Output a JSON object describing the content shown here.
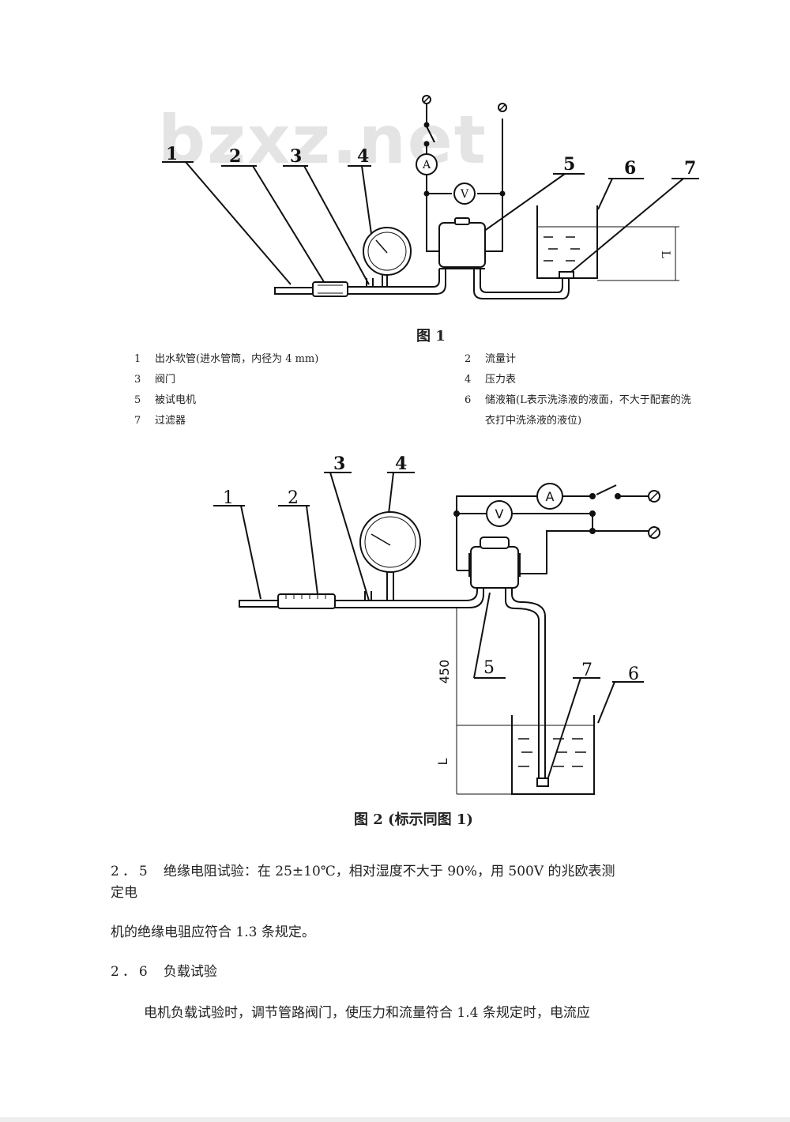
{
  "watermark": "bzxz.net",
  "figure1": {
    "caption": "图  1",
    "callouts": [
      "1",
      "2",
      "3",
      "4",
      "5",
      "6",
      "7"
    ],
    "ammeter": "A",
    "voltmeter": "V",
    "level_label": "L",
    "legend": [
      {
        "num": "1",
        "text": "出水软管(进水管筒，内径为 4 mm)"
      },
      {
        "num": "2",
        "text": "流量计"
      },
      {
        "num": "3",
        "text": "阀门"
      },
      {
        "num": "4",
        "text": "压力表"
      },
      {
        "num": "5",
        "text": "被试电机"
      },
      {
        "num": "6",
        "text": "储液箱(L表示洗涤液的液面，不大于配套的洗"
      },
      {
        "num": "",
        "text": "衣打中洗涤液的液位)"
      },
      {
        "num": "7",
        "text": "过滤器"
      }
    ]
  },
  "figure2": {
    "caption": "图 2 (标示同图 1)",
    "callouts": [
      "1",
      "2",
      "3",
      "4",
      "5",
      "6",
      "7"
    ],
    "ammeter": "A",
    "voltmeter": "V",
    "height_label": "450",
    "level_label": "L"
  },
  "sections": [
    {
      "num": "2．5",
      "title": "绝缘电阻试验：在 25±10℃，相对湿度不大于 90%，用 500V 的兆欧表测",
      "cont": "定电"
    },
    {
      "text": "机的绝缘电驵应符合 1.3 条规定。"
    },
    {
      "num": "2．6",
      "title": "负载试验"
    },
    {
      "text": "电机负载试验时，调节管路阀门，使压力和流量符合 1.4 条规定时，电流应"
    }
  ]
}
